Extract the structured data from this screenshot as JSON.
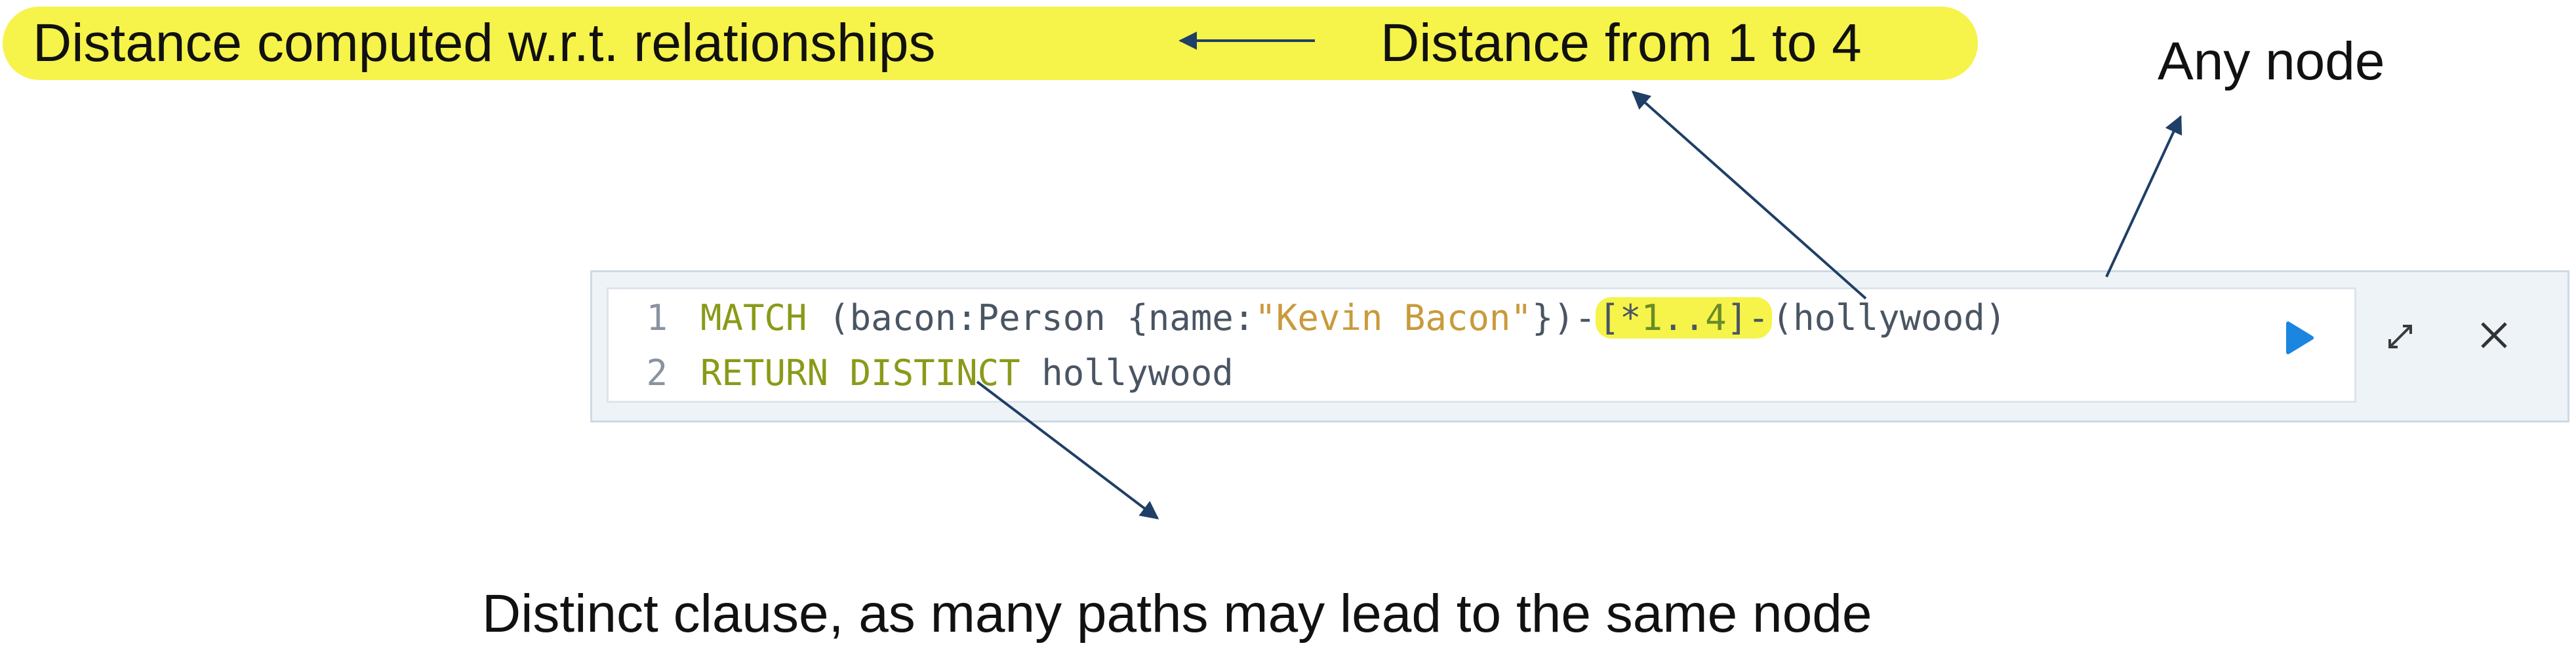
{
  "annotations": {
    "relationship_distance": "Distance computed w.r.t. relationships",
    "distance_range": "Distance from 1 to 4",
    "any_node": "Any node",
    "distinct_note": "Distinct clause, as many paths may lead to the same node"
  },
  "editor": {
    "lines": [
      {
        "number": "1",
        "keyword": "MATCH",
        "pattern_open": "(bacon:Person {name:",
        "string_value": "\"Kevin Bacon\"",
        "pattern_close": "})-",
        "rel_open": "[*",
        "rel_min": "1",
        "rel_dots": "..",
        "rel_max": "4",
        "rel_close": "]-",
        "node": "(hollywood)"
      },
      {
        "number": "2",
        "keyword": "RETURN DISTINCT",
        "identifier": "hollywood"
      }
    ],
    "buttons": {
      "run": "play-icon",
      "expand": "expand-icon",
      "close": "close-icon"
    }
  },
  "colors": {
    "highlight": "#f6f34a",
    "arrow": "#1f3f66",
    "keyword": "#8a9a18",
    "string": "#c99a3c",
    "run_button": "#1a86e0"
  }
}
